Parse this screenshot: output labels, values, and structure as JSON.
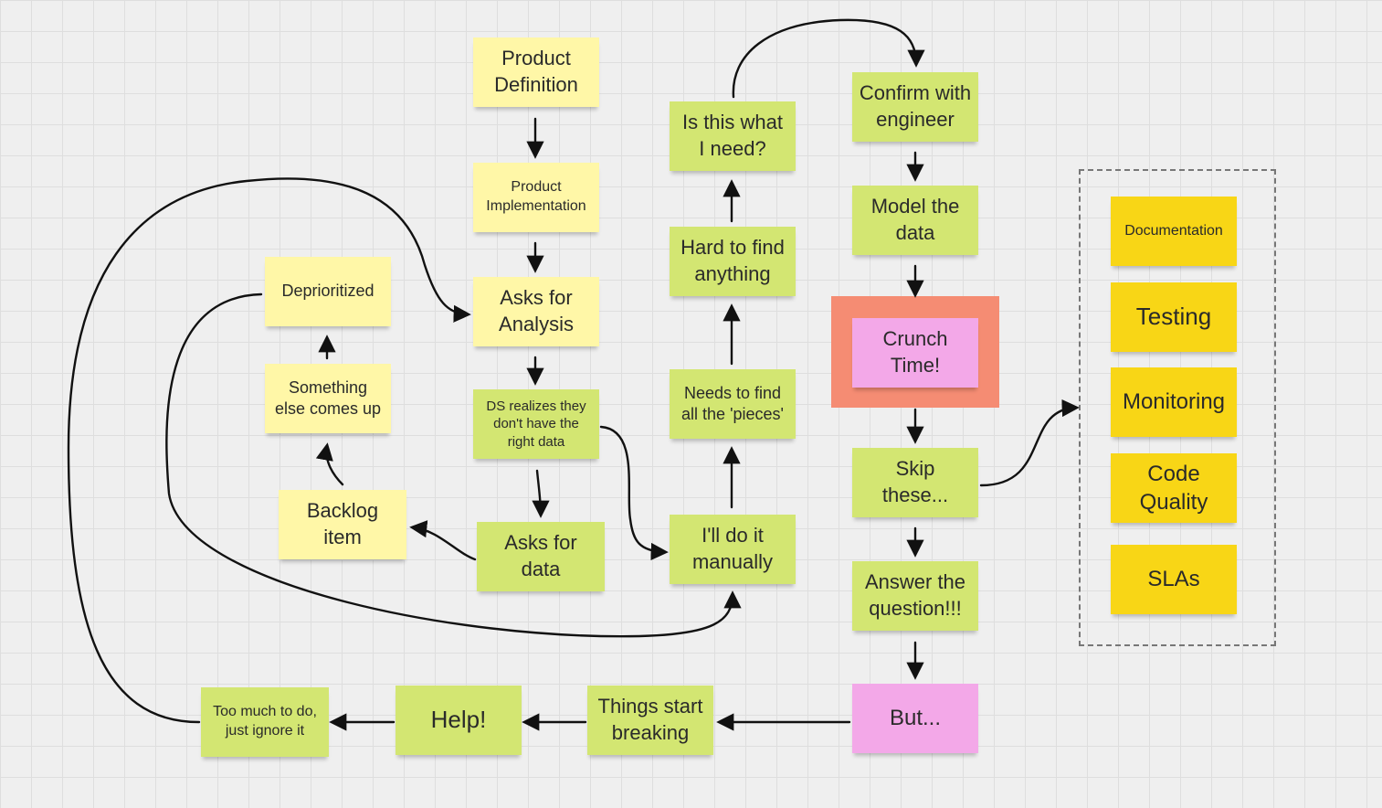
{
  "notes": {
    "product_definition": "Product\nDefinition",
    "product_implementation": "Product\nImplementation",
    "asks_for_analysis": "Asks for\nAnalysis",
    "ds_realizes": "DS realizes they\ndon't have the\nright data",
    "asks_for_data": "Asks for\ndata",
    "backlog_item": "Backlog\nitem",
    "something_else": "Something\nelse comes up",
    "deprioritized": "Deprioritized",
    "ill_do_it": "I'll do it\nmanually",
    "needs_to_find": "Needs to find\nall the 'pieces'",
    "hard_to_find": "Hard to find\nanything",
    "is_this_what": "Is this what\nI need?",
    "confirm_engineer": "Confirm with\nengineer",
    "model_data": "Model the\ndata",
    "crunch_time": "Crunch\nTime!",
    "skip_these": "Skip\nthese...",
    "answer_question": "Answer the\nquestion!!!",
    "but": "But...",
    "things_start_breaking": "Things start\nbreaking",
    "help": "Help!",
    "too_much": "Too much to do,\njust ignore it",
    "documentation": "Documentation",
    "testing": "Testing",
    "monitoring": "Monitoring",
    "code_quality": "Code\nQuality",
    "slas": "SLAs"
  },
  "colors": {
    "light_yellow": "#fff7a7",
    "green": "#d3e672",
    "yellow": "#f8d616",
    "pink": "#f3a8e8",
    "salmon": "#f58c73"
  }
}
